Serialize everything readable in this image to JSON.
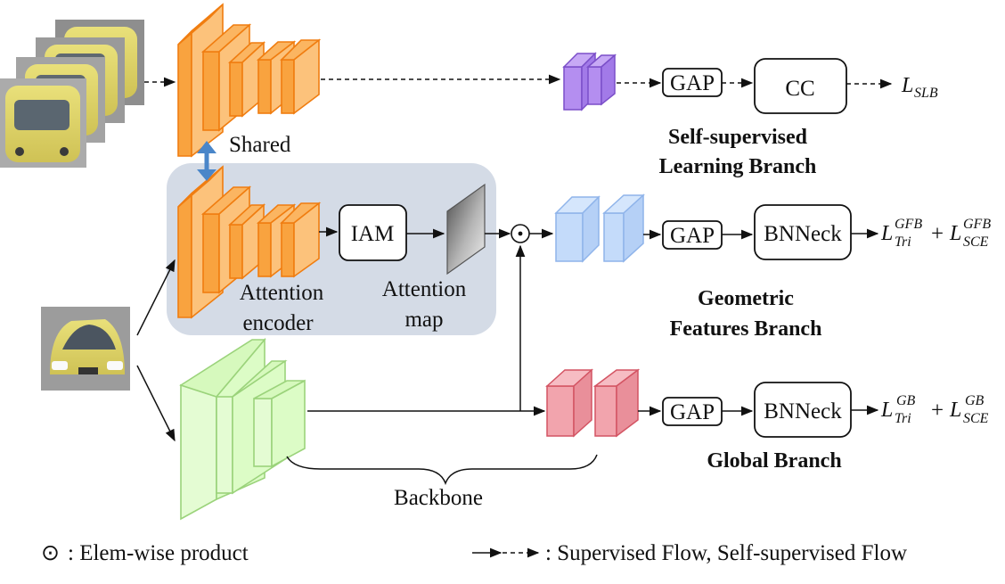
{
  "labels": {
    "shared": "Shared",
    "attention_encoder_line1": "Attention",
    "attention_encoder_line2": "encoder",
    "attention_map_line1": "Attention",
    "attention_map_line2": "map",
    "backbone": "Backbone"
  },
  "boxes": {
    "iam": "IAM",
    "gap_ssl": "GAP",
    "cc": "CC",
    "gap_gf": "GAP",
    "bnneck_gf": "BNNeck",
    "gap_g": "GAP",
    "bnneck_g": "BNNeck"
  },
  "branches": {
    "ssl_line1": "Self-supervised",
    "ssl_line2": "Learning Branch",
    "gf_line1": "Geometric",
    "gf_line2": "Features Branch",
    "global": "Global Branch"
  },
  "losses": {
    "ssl": {
      "base": "L",
      "sub": "SLB"
    },
    "gf": {
      "base1": "L",
      "sup1": "GFB",
      "sub1": "Tri",
      "plus": "+",
      "base2": "L",
      "sup2": "GFB",
      "sub2": "SCE"
    },
    "g": {
      "base1": "L",
      "sup1": "GB",
      "sub1": "Tri",
      "plus": "+",
      "base2": "L",
      "sup2": "GB",
      "sub2": "SCE"
    }
  },
  "legend": {
    "product_symbol": "⊙",
    "product_text": ": Elem-wise product",
    "flow_text": ": Supervised Flow, Self-supervised Flow"
  },
  "colors": {
    "orange": "#f9a33f",
    "orange_edge": "#f07d10",
    "purple": "#b48ef0",
    "purple_edge": "#7b4fc9",
    "blue": "#c4dbfa",
    "blue_edge": "#8fb4ea",
    "red": "#f2a4ad",
    "red_edge": "#d35463",
    "green": "#dcfcc6",
    "green_edge": "#9bd37b",
    "panel": "#d4dbe6"
  }
}
